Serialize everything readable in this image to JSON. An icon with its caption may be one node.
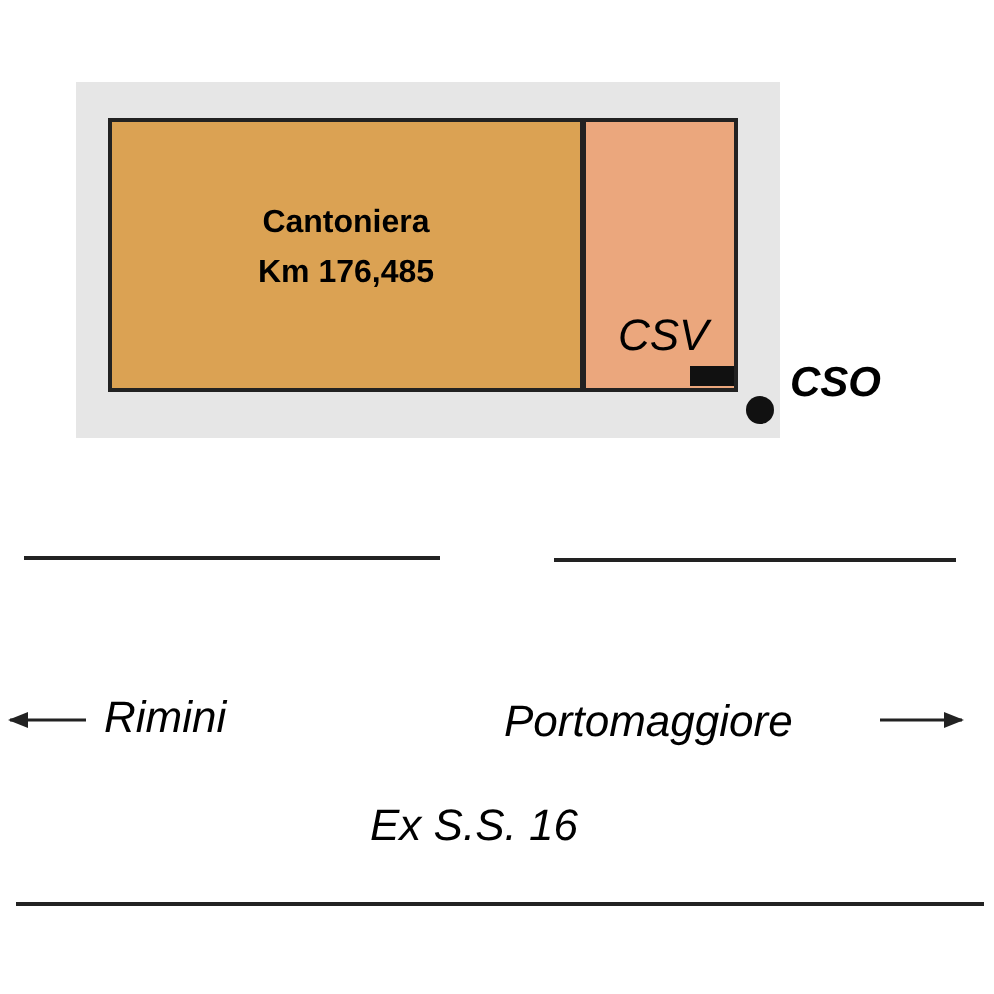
{
  "diagram": {
    "nodes": [
      {
        "text": [
          "Cantoniera",
          "Km 176,485"
        ]
      },
      {
        "text": [
          "CSV"
        ]
      },
      {
        "text": [],
        "shape": "circle",
        "beside": [
          "CSO"
        ]
      }
    ],
    "edges": [],
    "labels": [
      "Rimini",
      "Portomaggiore",
      "Ex S.S. 16"
    ]
  }
}
